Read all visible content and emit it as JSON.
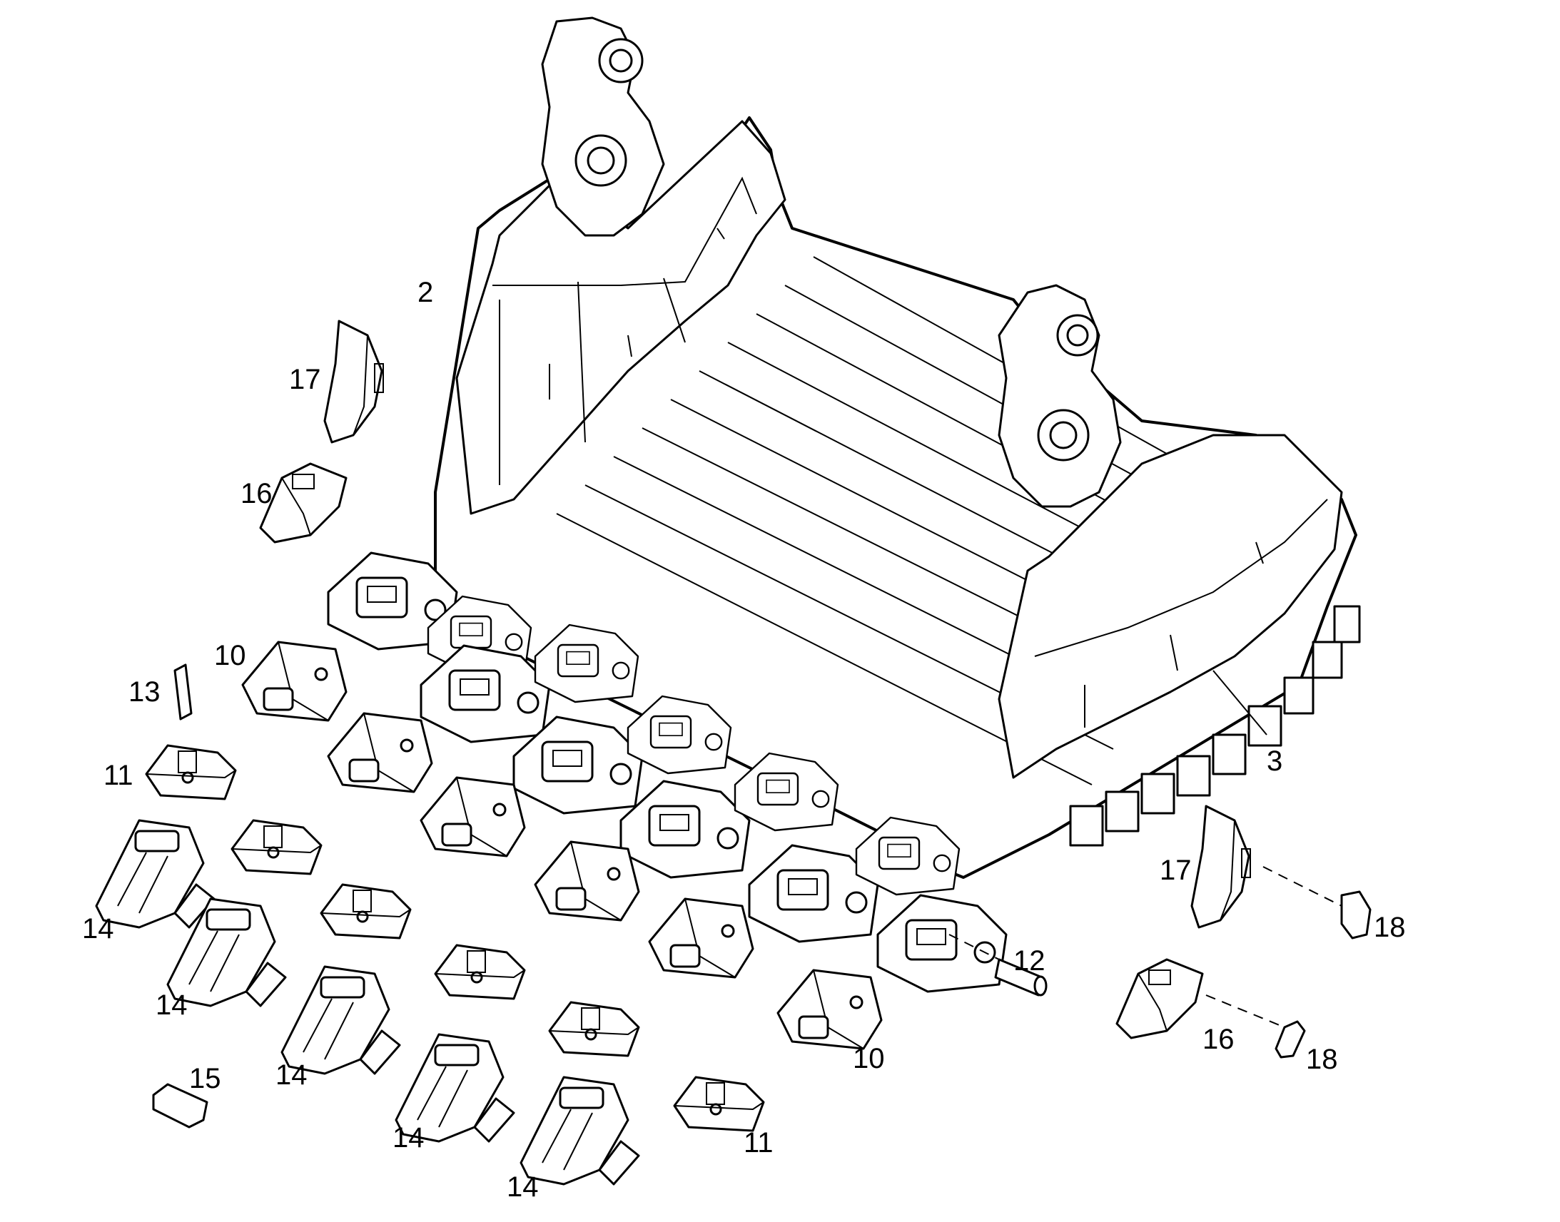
{
  "callouts": {
    "c2": "2",
    "c3": "3",
    "c10a": "10",
    "c10b": "10",
    "c11a": "11",
    "c11b": "11",
    "c12": "12",
    "c13": "13",
    "c14a": "14",
    "c14b": "14",
    "c14c": "14",
    "c14d": "14",
    "c14e": "14",
    "c15": "15",
    "c16a": "16",
    "c16b": "16",
    "c17a": "17",
    "c17b": "17",
    "c18a": "18",
    "c18b": "18"
  }
}
